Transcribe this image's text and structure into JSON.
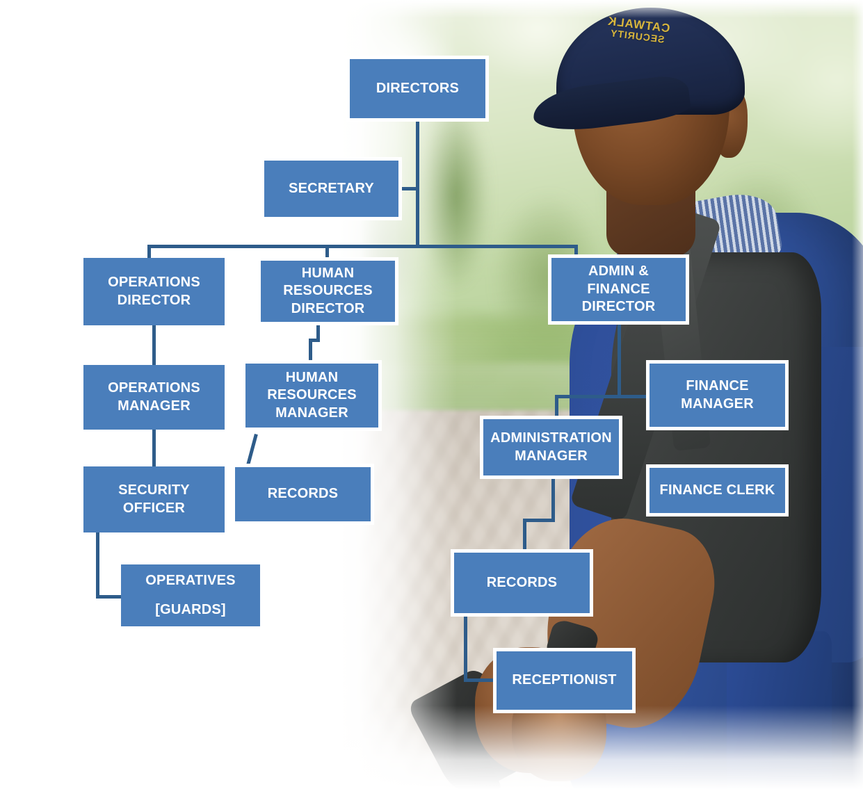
{
  "document": {
    "type": "organizational-chart",
    "organization": "CATWALK SECURITY"
  },
  "photo": {
    "subject": "security-guard",
    "cap_text_line1": "CATWALK",
    "cap_text_line2": "SECURITY"
  },
  "colors": {
    "node_fill": "#4a7ebb",
    "node_border": "#ffffff",
    "connector": "#2e5c8a",
    "node_text": "#ffffff",
    "page_background": "#ffffff"
  },
  "chart_data": {
    "type": "diagram",
    "title": "",
    "nodes": [
      {
        "id": "directors",
        "label": "DIRECTORS",
        "level": 0
      },
      {
        "id": "secretary",
        "label": "SECRETARY",
        "level": 1
      },
      {
        "id": "operations_dir",
        "label": "OPERATIONS\nDIRECTOR",
        "level": 2
      },
      {
        "id": "hr_dir",
        "label": "HUMAN\nRESOURCES\nDIRECTOR",
        "level": 2
      },
      {
        "id": "admin_fin_dir",
        "label": "ADMIN &\nFINANCE\nDIRECTOR",
        "level": 2
      },
      {
        "id": "operations_mgr",
        "label": "OPERATIONS\nMANAGER",
        "level": 3
      },
      {
        "id": "hr_mgr",
        "label": "HUMAN\nRESOURCES\nMANAGER",
        "level": 3
      },
      {
        "id": "admin_mgr",
        "label": "ADMINISTRATION\nMANAGER",
        "level": 3
      },
      {
        "id": "finance_mgr",
        "label": "FINANCE\nMANAGER",
        "level": 3
      },
      {
        "id": "finance_clerk",
        "label": "FINANCE CLERK",
        "level": 4
      },
      {
        "id": "security_officer",
        "label": "SECURITY\nOFFICER",
        "level": 4
      },
      {
        "id": "hr_records",
        "label": "RECORDS",
        "level": 4
      },
      {
        "id": "admin_records",
        "label": "RECORDS",
        "level": 4
      },
      {
        "id": "operatives",
        "label": "OPERATIVES\n\n[GUARDS]",
        "level": 5
      },
      {
        "id": "receptionist",
        "label": "RECEPTIONIST",
        "level": 5
      }
    ],
    "edges": [
      {
        "from": "directors",
        "to": "secretary"
      },
      {
        "from": "directors",
        "to": "operations_dir"
      },
      {
        "from": "directors",
        "to": "hr_dir"
      },
      {
        "from": "directors",
        "to": "admin_fin_dir"
      },
      {
        "from": "operations_dir",
        "to": "operations_mgr"
      },
      {
        "from": "operations_mgr",
        "to": "security_officer"
      },
      {
        "from": "security_officer",
        "to": "operatives"
      },
      {
        "from": "hr_dir",
        "to": "hr_mgr"
      },
      {
        "from": "hr_mgr",
        "to": "hr_records"
      },
      {
        "from": "admin_fin_dir",
        "to": "admin_mgr"
      },
      {
        "from": "admin_fin_dir",
        "to": "finance_mgr"
      },
      {
        "from": "admin_mgr",
        "to": "admin_records"
      },
      {
        "from": "admin_records",
        "to": "receptionist"
      }
    ]
  },
  "nodes": {
    "directors": "DIRECTORS",
    "secretary": "SECRETARY",
    "operations_dir": "OPERATIONS\nDIRECTOR",
    "hr_dir": "HUMAN\nRESOURCES\nDIRECTOR",
    "admin_fin_dir": "ADMIN &\nFINANCE\nDIRECTOR",
    "operations_mgr": "OPERATIONS\nMANAGER",
    "hr_mgr": "HUMAN\nRESOURCES\nMANAGER",
    "admin_mgr": "ADMINISTRATION\nMANAGER",
    "finance_mgr": "FINANCE\nMANAGER",
    "finance_clerk": "FINANCE CLERK",
    "security_officer": "SECURITY\nOFFICER",
    "hr_records": "RECORDS",
    "admin_records": "RECORDS",
    "operatives": "OPERATIVES\n\n[GUARDS]",
    "receptionist": "RECEPTIONIST"
  }
}
